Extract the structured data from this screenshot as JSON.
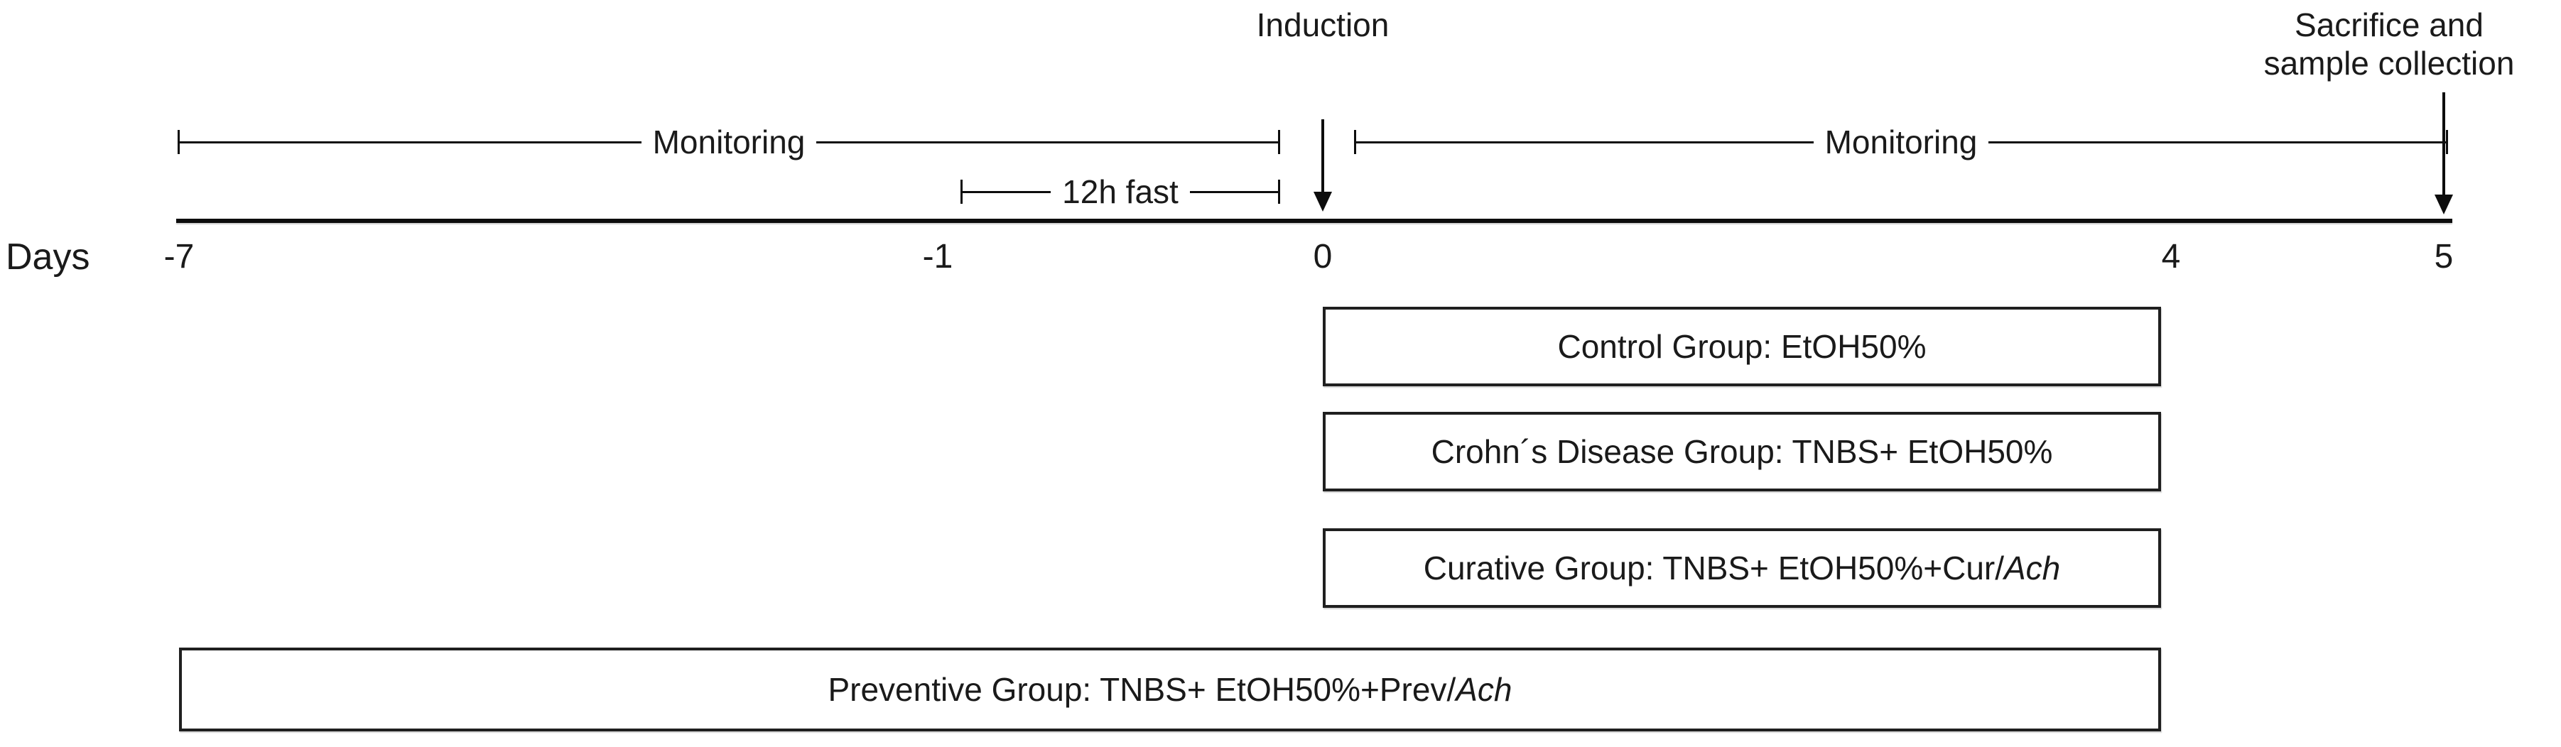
{
  "figure": {
    "axis_title": "Days",
    "line_color": "#0d0d0d",
    "box_border_color": "#1f1f1f",
    "background": "#ffffff"
  },
  "callouts": {
    "induction": "Induction",
    "sacrifice_line1": "Sacrifice and",
    "sacrifice_line2": "sample collection"
  },
  "brackets": [
    {
      "label": "Monitoring",
      "start_day": -7,
      "end_day": 0
    },
    {
      "label": "12h fast",
      "start_day": -1,
      "end_day": 0
    },
    {
      "label": "Monitoring",
      "start_day": 0,
      "end_day": 5
    }
  ],
  "ticks": [
    {
      "label": "-7",
      "day": -7
    },
    {
      "label": "-1",
      "day": -1
    },
    {
      "label": "0",
      "day": 0
    },
    {
      "label": "4",
      "day": 4
    },
    {
      "label": "5",
      "day": 5
    }
  ],
  "groups": [
    {
      "name": "control-group",
      "prefix": "Control Group: EtOH50%",
      "italic": "",
      "suffix": "",
      "start_day": 0,
      "end_day": 4.1
    },
    {
      "name": "crohns-disease-group",
      "prefix": "Crohn´s Disease Group: TNBS+ EtOH50%",
      "italic": "",
      "suffix": "",
      "start_day": 0,
      "end_day": 4.1
    },
    {
      "name": "curative-group",
      "prefix": "Curative Group: TNBS+ EtOH50%+Cur/",
      "italic": "Ach",
      "suffix": "",
      "start_day": 0,
      "end_day": 4.1
    },
    {
      "name": "preventive-group",
      "prefix": "Preventive  Group: TNBS+ EtOH50%+Prev/",
      "italic": "Ach",
      "suffix": "",
      "start_day": -7,
      "end_day": 4.1
    }
  ],
  "chart_data": {
    "type": "timeline",
    "title": "",
    "xlabel": "Days",
    "xlim": [
      -7,
      5
    ],
    "tick_values": [
      -7,
      -1,
      0,
      4,
      5
    ],
    "tick_labels": [
      "-7",
      "-1",
      "0",
      "4",
      "5"
    ],
    "grid": false,
    "events": [
      {
        "label": "Induction",
        "day": 0,
        "marker": "down-arrow"
      },
      {
        "label": "Sacrifice and sample collection",
        "day": 5,
        "marker": "down-arrow"
      }
    ],
    "spans": [
      {
        "label": "Monitoring",
        "from": -7,
        "to": 0
      },
      {
        "label": "12h fast",
        "from": -1,
        "to": 0
      },
      {
        "label": "Monitoring",
        "from": 0,
        "to": 5
      }
    ],
    "treatment_arms": [
      {
        "label": "Control Group: EtOH50%",
        "from": 0,
        "to": 4.1
      },
      {
        "label": "Crohn´s Disease Group: TNBS+ EtOH50%",
        "from": 0,
        "to": 4.1
      },
      {
        "label": "Curative Group: TNBS+ EtOH50%+Cur/Ach",
        "from": 0,
        "to": 4.1
      },
      {
        "label": "Preventive  Group: TNBS+ EtOH50%+Prev/Ach",
        "from": -7,
        "to": 4.1
      }
    ]
  }
}
